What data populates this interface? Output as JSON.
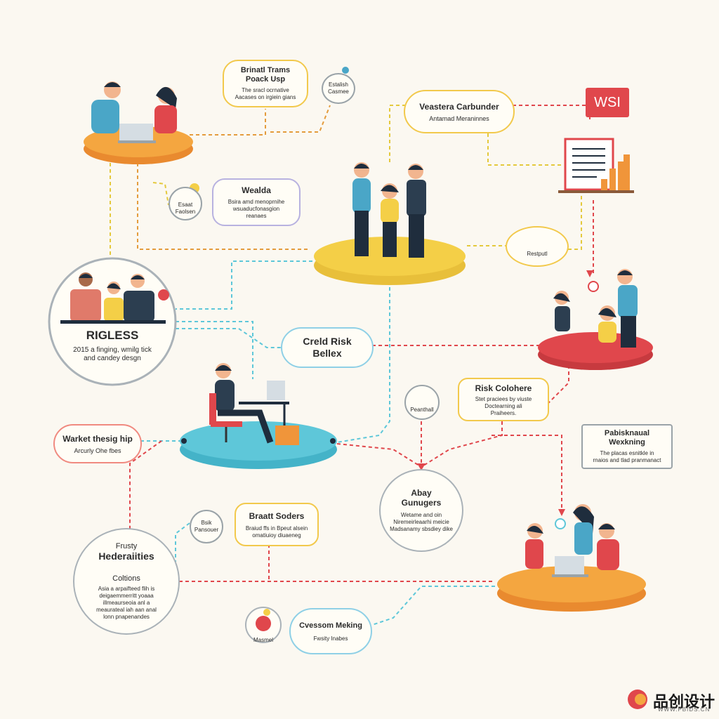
{
  "nodes": {
    "brand_teams": {
      "title": "Brinatl Trams\nPoack Usp",
      "text": "The sracl ocrnative\nAacases on irgiein gians"
    },
    "establish": {
      "label": "Estalish\nCasmee"
    },
    "westera": {
      "title": "Veastera Carbunder",
      "text": "Antamad Meraninnes"
    },
    "wsl_badge": {
      "label": "WSI"
    },
    "wealda": {
      "title": "Wealda",
      "text": "Bsira amd menoprnihe\nwsuaducfonasgion\nreanaes"
    },
    "small_badge": {
      "label": "Esaat\nFaolsen"
    },
    "people_circle": {
      "title": "RIGLESS",
      "text": "2015 a finging, wmilg tick\nand candey desgn"
    },
    "restful": {
      "label": "Restputl"
    },
    "credit_risk": {
      "title": "Creld Risk\nBellex"
    },
    "risk_coherence": {
      "title": "Risk Colohere",
      "text": "Stet praciees by viuste\nDoctearning ali\nPraiheers."
    },
    "penthall": {
      "label": "Peanthall"
    },
    "market_thesis": {
      "title": "Warket thesig hip",
      "text": "Arcurly Ohe fbes"
    },
    "public_walking": {
      "title": "Pabisknaual\nWexkning",
      "text": "The placas esnitkle in\nrnaios and tlad pranmanact"
    },
    "abay": {
      "title": "Abay\nGunugers",
      "text": "Wetame and oin\nNiremeirleaarhi meicie\nMadsanamy sbsdiey dike"
    },
    "brand_sorders": {
      "title": "Braatt Soders",
      "text": "Braiud ffs in Bpeut alsein\nomatiuioy diuaeneg"
    },
    "bik_badge": {
      "label": "Bsik\nPansouer"
    },
    "frusty": {
      "title_top": "Frusty",
      "title": "Hederaiities",
      "subtitle": "Coltions",
      "text": "Asia a arpaifteed flih is\ndeigaemmerritt yoaaa\nillmeaurseoia anl a\nmeaurateal iah aan anal\nlonn pnapenandes"
    },
    "cvessom": {
      "title": "Cvessom Meking",
      "text": "Fwsity Inabes"
    },
    "masmel": {
      "label": "Masmel"
    }
  },
  "watermark": {
    "brand": "品创设计",
    "url": "WWW.PBIDS.CN"
  },
  "colors": {
    "orange": "#f0953a",
    "yellow": "#f4cf47",
    "blue": "#5ec7d9",
    "red": "#e0474c",
    "skin": "#f2b58f",
    "dark": "#1f2d3d"
  }
}
